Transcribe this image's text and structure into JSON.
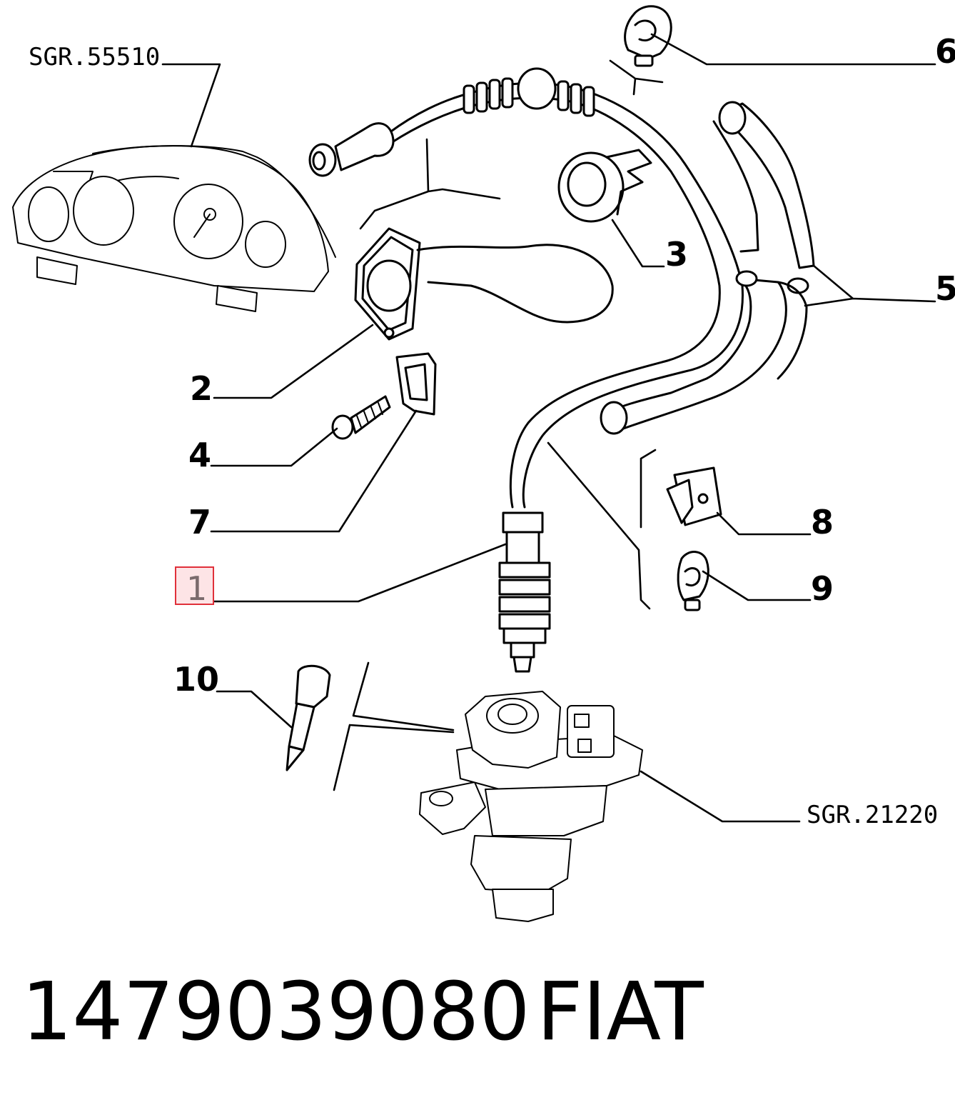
{
  "diagram": {
    "reference_labels": {
      "instrument_panel": "SGR.55510",
      "gearbox": "SGR.21220"
    },
    "callouts": [
      {
        "id": "1",
        "label": "1",
        "highlighted": true
      },
      {
        "id": "2",
        "label": "2"
      },
      {
        "id": "3",
        "label": "3"
      },
      {
        "id": "4",
        "label": "4"
      },
      {
        "id": "5",
        "label": "5"
      },
      {
        "id": "6",
        "label": "6"
      },
      {
        "id": "7",
        "label": "7"
      },
      {
        "id": "8",
        "label": "8"
      },
      {
        "id": "9",
        "label": "9"
      },
      {
        "id": "10",
        "label": "10"
      }
    ],
    "highlight_color": "#e0303a",
    "highlight_fill": "#fde4e6"
  },
  "footer": {
    "part_number": "1479039080",
    "brand": "FIAT"
  }
}
